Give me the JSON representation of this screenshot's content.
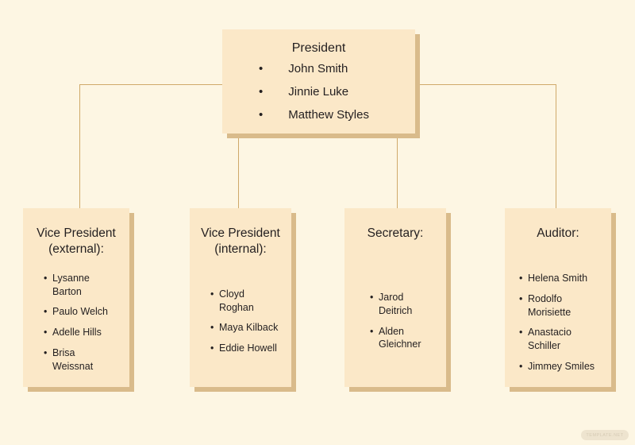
{
  "page": {
    "background_color": "#fdf6e3",
    "box_fill_color": "#fbe8c8",
    "box_shadow_color": "#d9bb8b",
    "connector_color": "#cfa96a",
    "text_color": "#231f20",
    "watermark": "TEMPLATE.NET"
  },
  "org_chart": {
    "root": {
      "title": "President",
      "members": [
        "John Smith",
        "Jinnie Luke",
        "Matthew Styles"
      ]
    },
    "children": [
      {
        "title": "Vice President\n(external):",
        "members": [
          "Lysanne Barton",
          "Paulo Welch",
          "Adelle Hills",
          "Brisa Weissnat"
        ]
      },
      {
        "title": "Vice President\n(internal):",
        "members": [
          "Cloyd Roghan",
          "Maya Kilback",
          "Eddie Howell"
        ]
      },
      {
        "title": "Secretary:",
        "members": [
          "Jarod Deitrich",
          "Alden Gleichner"
        ]
      },
      {
        "title": "Auditor:",
        "members": [
          "Helena Smith",
          "Rodolfo Morisiette",
          "Anastacio Schiller",
          "Jimmey Smiles"
        ]
      }
    ]
  }
}
